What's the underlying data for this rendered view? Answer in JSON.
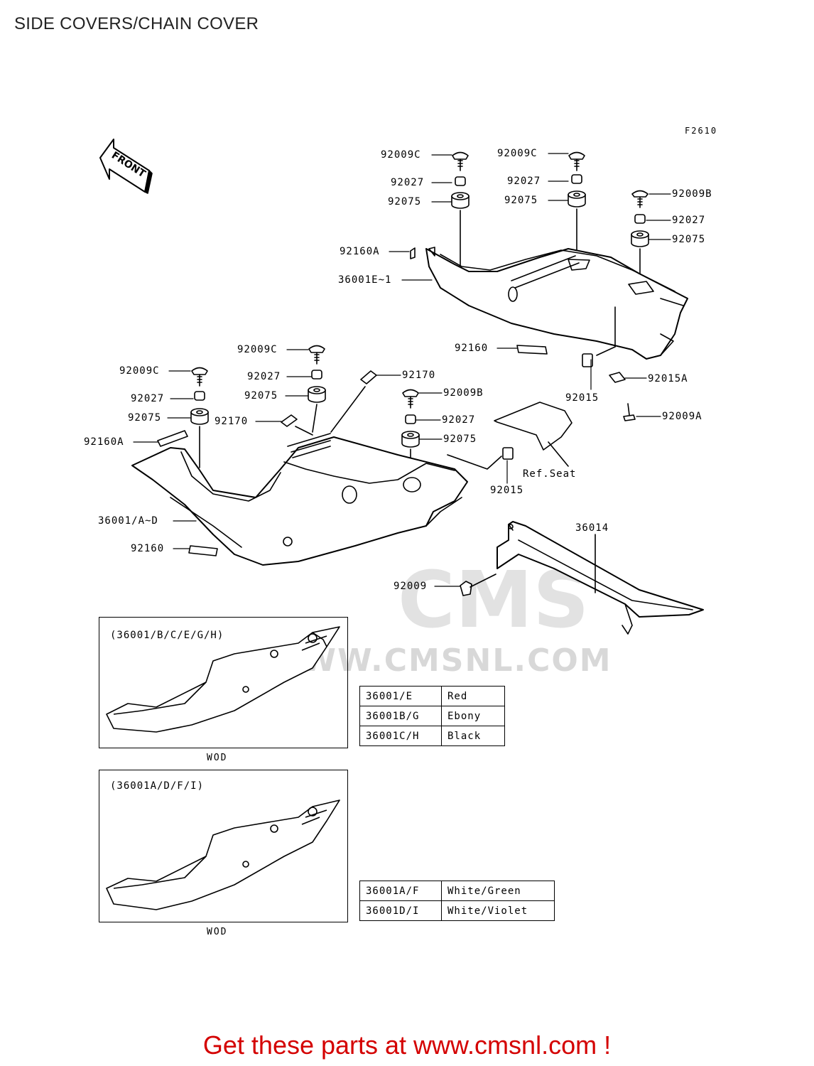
{
  "title": "SIDE COVERS/CHAIN COVER",
  "figure_code": "F2610",
  "front_arrow_text": "FRONT",
  "labels": {
    "l_92009c_a": "92009C",
    "l_92027_a": "92027",
    "l_92075_a": "92075",
    "l_92009c_b": "92009C",
    "l_92027_b": "92027",
    "l_92075_b": "92075",
    "l_92009b_a": "92009B",
    "l_92027_c": "92027",
    "l_92075_c": "92075",
    "l_92160a_a": "92160A",
    "l_36001e": "36001E~1",
    "l_92160_a": "92160",
    "l_92015_a": "92015",
    "l_92015a": "92015A",
    "l_92009a": "92009A",
    "l_92009c_c": "92009C",
    "l_92027_d": "92027",
    "l_92075_d": "92075",
    "l_92009c_d": "92009C",
    "l_92027_e": "92027",
    "l_92075_e": "92075",
    "l_92170_a": "92170",
    "l_92170_b": "92170",
    "l_92009b_b": "92009B",
    "l_92027_f": "92027",
    "l_92075_f": "92075",
    "l_92160a_b": "92160A",
    "l_ref_seat": "Ref.Seat",
    "l_92015_b": "92015",
    "l_36001ad": "36001/A~D",
    "l_36014": "36014",
    "l_92160_b": "92160",
    "l_92009": "92009"
  },
  "insets": [
    {
      "caption": "(36001/B/C/E/G/H)",
      "note": "WOD",
      "colors": [
        {
          "part": "36001/E",
          "color": "Red"
        },
        {
          "part": "36001B/G",
          "color": "Ebony"
        },
        {
          "part": "36001C/H",
          "color": "Black"
        }
      ]
    },
    {
      "caption": "(36001A/D/F/I)",
      "note": "WOD",
      "colors": [
        {
          "part": "36001A/F",
          "color": "White/Green"
        },
        {
          "part": "36001D/I",
          "color": "White/Violet"
        }
      ]
    }
  ],
  "watermark": "WWW.CMSNL.COM",
  "watermark_logo": "CMS",
  "promo": "Get these parts at www.cmsnl.com !",
  "promo_color": "#d40000"
}
